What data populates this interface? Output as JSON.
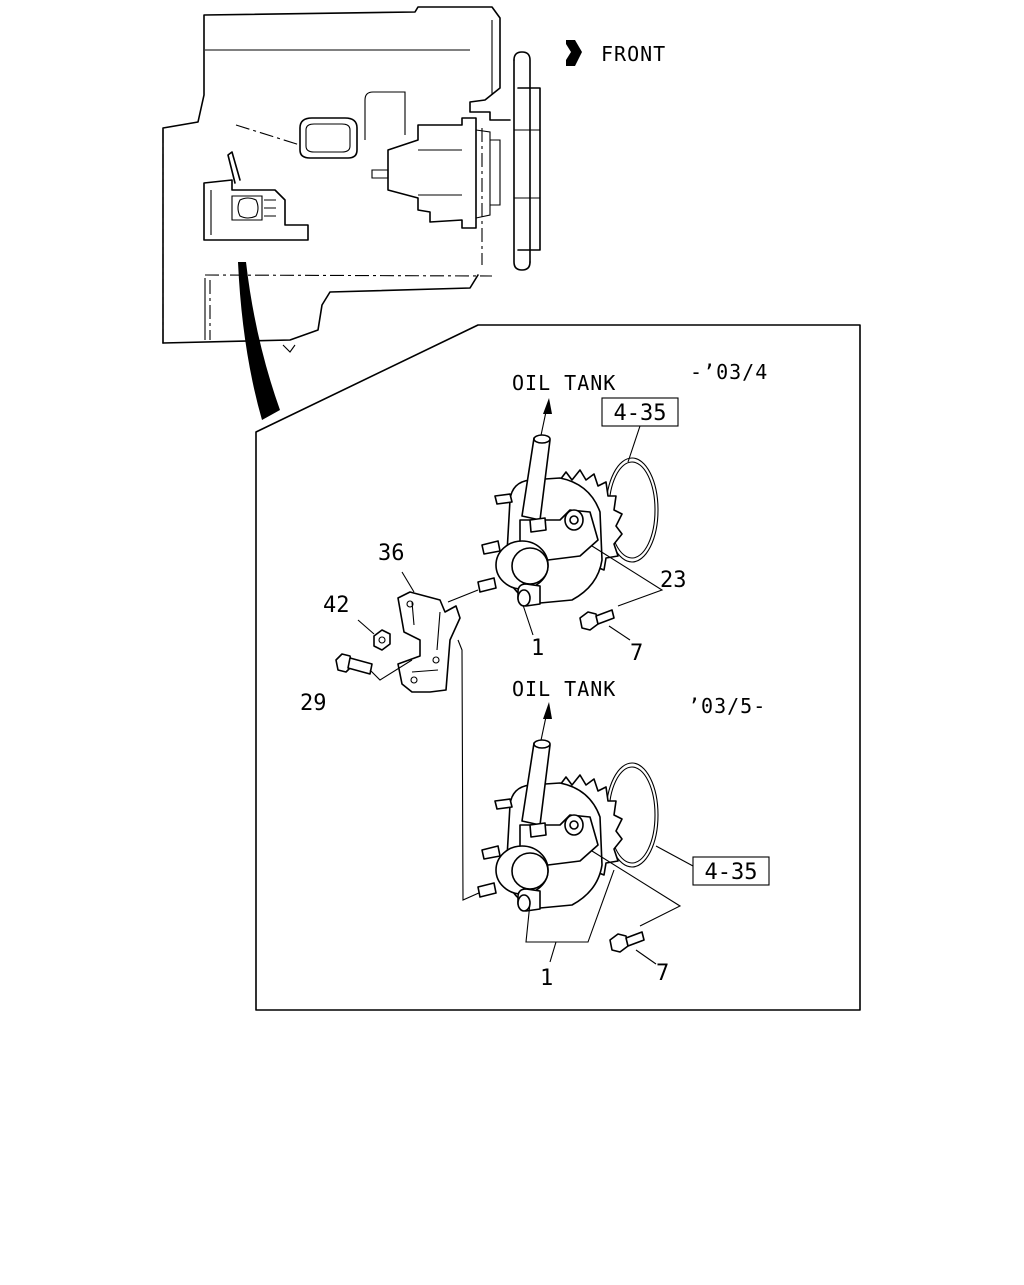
{
  "orientation": {
    "label": "FRONT",
    "icon": "front-arrow-icon"
  },
  "detail_box": {
    "upper_variant": {
      "period": "-’03/4",
      "oil_tank": "OIL TANK",
      "ref_box": "4-35",
      "callouts": {
        "pump": "1",
        "gear_bolt_ref": "23",
        "bolt": "7"
      }
    },
    "bracket": {
      "callouts": {
        "bracket": "36",
        "nut": "42",
        "bolt": "29"
      }
    },
    "lower_variant": {
      "period": "’03/5-",
      "oil_tank": "OIL TANK",
      "ref_box": "4-35",
      "callouts": {
        "pump": "1",
        "bolt": "7"
      }
    }
  }
}
